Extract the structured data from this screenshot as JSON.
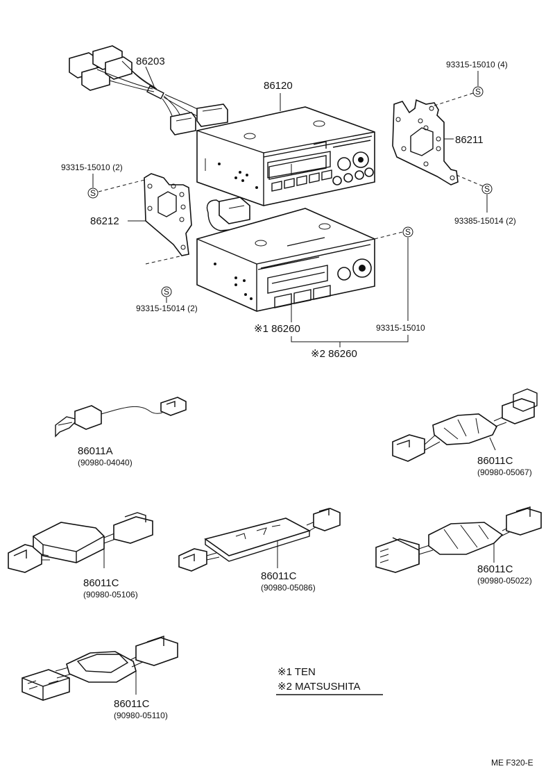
{
  "parts": {
    "p86203": "86203",
    "p86120": "86120",
    "p86211": "86211",
    "p86212": "86212",
    "p86260_1": "※1 86260",
    "p86260_2": "※2 86260",
    "screw_top_right": "93315-15010 (4)",
    "screw_left": "93315-15010 (2)",
    "screw_right_lower": "93385-15014 (2)",
    "screw_bottom_left": "93315-15014 (2)",
    "screw_bottom_right": "93315-15010",
    "s_symbol": "S"
  },
  "harnesses": {
    "a": {
      "part": "86011A",
      "ref": "(90980-04040)"
    },
    "c1": {
      "part": "86011C",
      "ref": "(90980-05067)"
    },
    "c2": {
      "part": "86011C",
      "ref": "(90980-05106)"
    },
    "c3": {
      "part": "86011C",
      "ref": "(90980-05086)"
    },
    "c4": {
      "part": "86011C",
      "ref": "(90980-05022)"
    },
    "c5": {
      "part": "86011C",
      "ref": "(90980-05110)"
    }
  },
  "legend": {
    "note1": "※1 TEN",
    "note2": "※2 MATSUSHITA"
  },
  "footer": {
    "code": "ME  F320-E"
  }
}
